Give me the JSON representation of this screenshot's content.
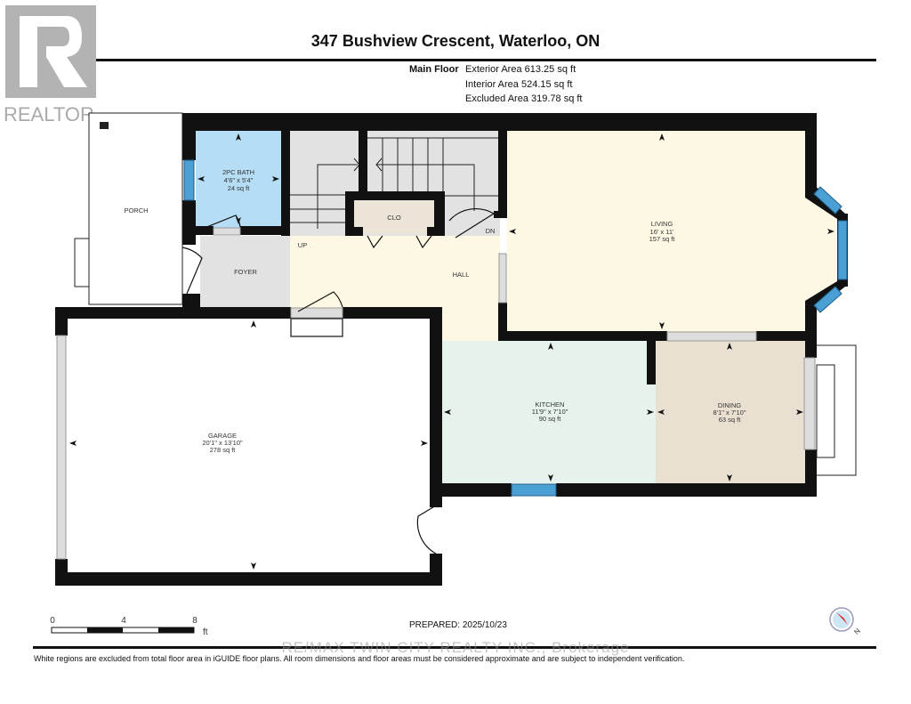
{
  "title": "347 Bushview Crescent, Waterloo, ON",
  "floor": {
    "name": "Main Floor",
    "exterior_area": "Exterior Area 613.25 sq ft",
    "interior_area": "Interior Area 524.15 sq ft",
    "excluded_area": "Excluded Area 319.78 sq ft"
  },
  "logo": {
    "text": "REALTOR®"
  },
  "rooms": {
    "porch": {
      "name": "PORCH"
    },
    "bath": {
      "name": "2PC BATH",
      "dims": "4'6\" x 5'4\"",
      "area": "24 sq ft"
    },
    "clo": {
      "name": "CLO"
    },
    "foyer": {
      "name": "FOYER"
    },
    "hall": {
      "name": "HALL"
    },
    "up": "UP",
    "dn": "DN",
    "living": {
      "name": "LIVING",
      "dims": "16' x 11'",
      "area": "157 sq ft"
    },
    "kitchen": {
      "name": "KITCHEN",
      "dims": "11'9\" x 7'10\"",
      "area": "90 sq ft"
    },
    "dining": {
      "name": "DINING",
      "dims": "8'1\" x 7'10\"",
      "area": "63 sq ft"
    },
    "garage": {
      "name": "GARAGE",
      "dims": "20'1\" x 13'10\"",
      "area": "278 sq ft"
    }
  },
  "colors": {
    "bath": "#b5ddf6",
    "window": "#4a9fd4",
    "cream": "#fdf8e4",
    "kitchen": "#e6f2ec",
    "dining": "#e9e0d1",
    "gray": "#e2e2e2",
    "clo": "#ece4d7"
  },
  "scale": {
    "labels": [
      "0",
      "4",
      "8"
    ],
    "unit": "ft"
  },
  "prepared": "PREPARED: 2025/10/23",
  "watermark": "RE/MAX TWIN CITY REALTY INC., Brokerage",
  "footer": "White regions are excluded from total floor area in iGUIDE floor plans. All room dimensions and floor areas must be considered approximate and are subject to independent verification.",
  "compass": {
    "label": "N"
  }
}
